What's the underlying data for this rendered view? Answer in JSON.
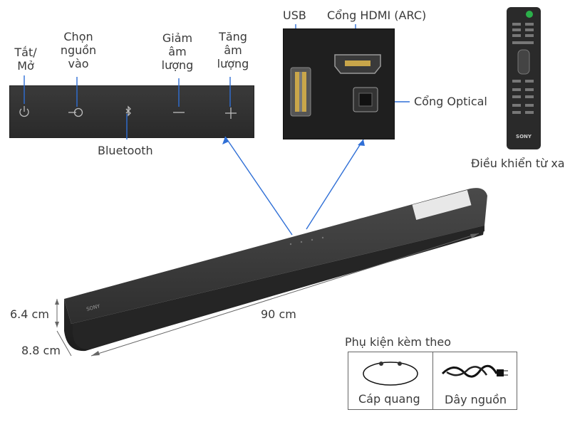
{
  "controls": {
    "power": "Tắt/\nMở",
    "input": "Chọn\nnguồn\nvào",
    "vol_down": "Giảm\nâm\nlượng",
    "vol_up": "Tăng\nâm\nlượng",
    "bluetooth": "Bluetooth"
  },
  "ports": {
    "usb": "USB",
    "hdmi": "Cổng HDMI (ARC)",
    "optical": "Cổng Optical"
  },
  "remote": {
    "label": "Điều khiển từ xa",
    "brand": "SONY"
  },
  "soundbar": {
    "brand": "SONY",
    "width": "90 cm",
    "height": "6.4 cm",
    "depth": "8.8 cm"
  },
  "accessories": {
    "title": "Phụ kiện kèm theo",
    "item1": "Cáp quang",
    "item2": "Dây nguồn"
  },
  "colors": {
    "pointer_line": "#2f6fd6",
    "device_body": "#2b2b2b"
  }
}
